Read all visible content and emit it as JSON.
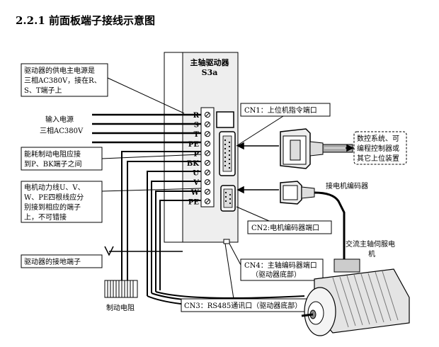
{
  "heading": "2.2.1  前面板端子接线示意图",
  "drive": {
    "title_line1": "主轴驱动器",
    "title_line2": "S3a"
  },
  "terminals": [
    "R",
    "S",
    "T",
    "PE",
    "P",
    "BK",
    "U",
    "V",
    "W",
    "PE"
  ],
  "callouts": {
    "power_supply": [
      "驱动器的供电主电源是",
      "三相AC380V，接在R、",
      "S、T端子上"
    ],
    "input_power": [
      "输入电源",
      "三相AC380V"
    ],
    "brake_resistor": [
      "能耗制动电阻应接",
      "到P、BK端子之间"
    ],
    "motor_power": [
      "电机动力线U、V、",
      "W、PE四根线应分",
      "别接到相应的端子",
      "上，不可错接"
    ],
    "ground": "驱动器的接地端子",
    "resistor_label": "制动电阻",
    "cn1": "CN1：上位机指令端口",
    "cn2": "CN2:电机编码器端口",
    "cn3": "CN3：RS485通讯口（驱动器底部）",
    "cn4": [
      "CN4：主轴编码器端口",
      "（驱动器底部）"
    ],
    "cnc": [
      "数控系统、可",
      "编程控制器或",
      "其它上位装置"
    ],
    "encoder_label": "接电机编码器",
    "motor_label": [
      "交流主轴伺服电",
      "机"
    ]
  }
}
